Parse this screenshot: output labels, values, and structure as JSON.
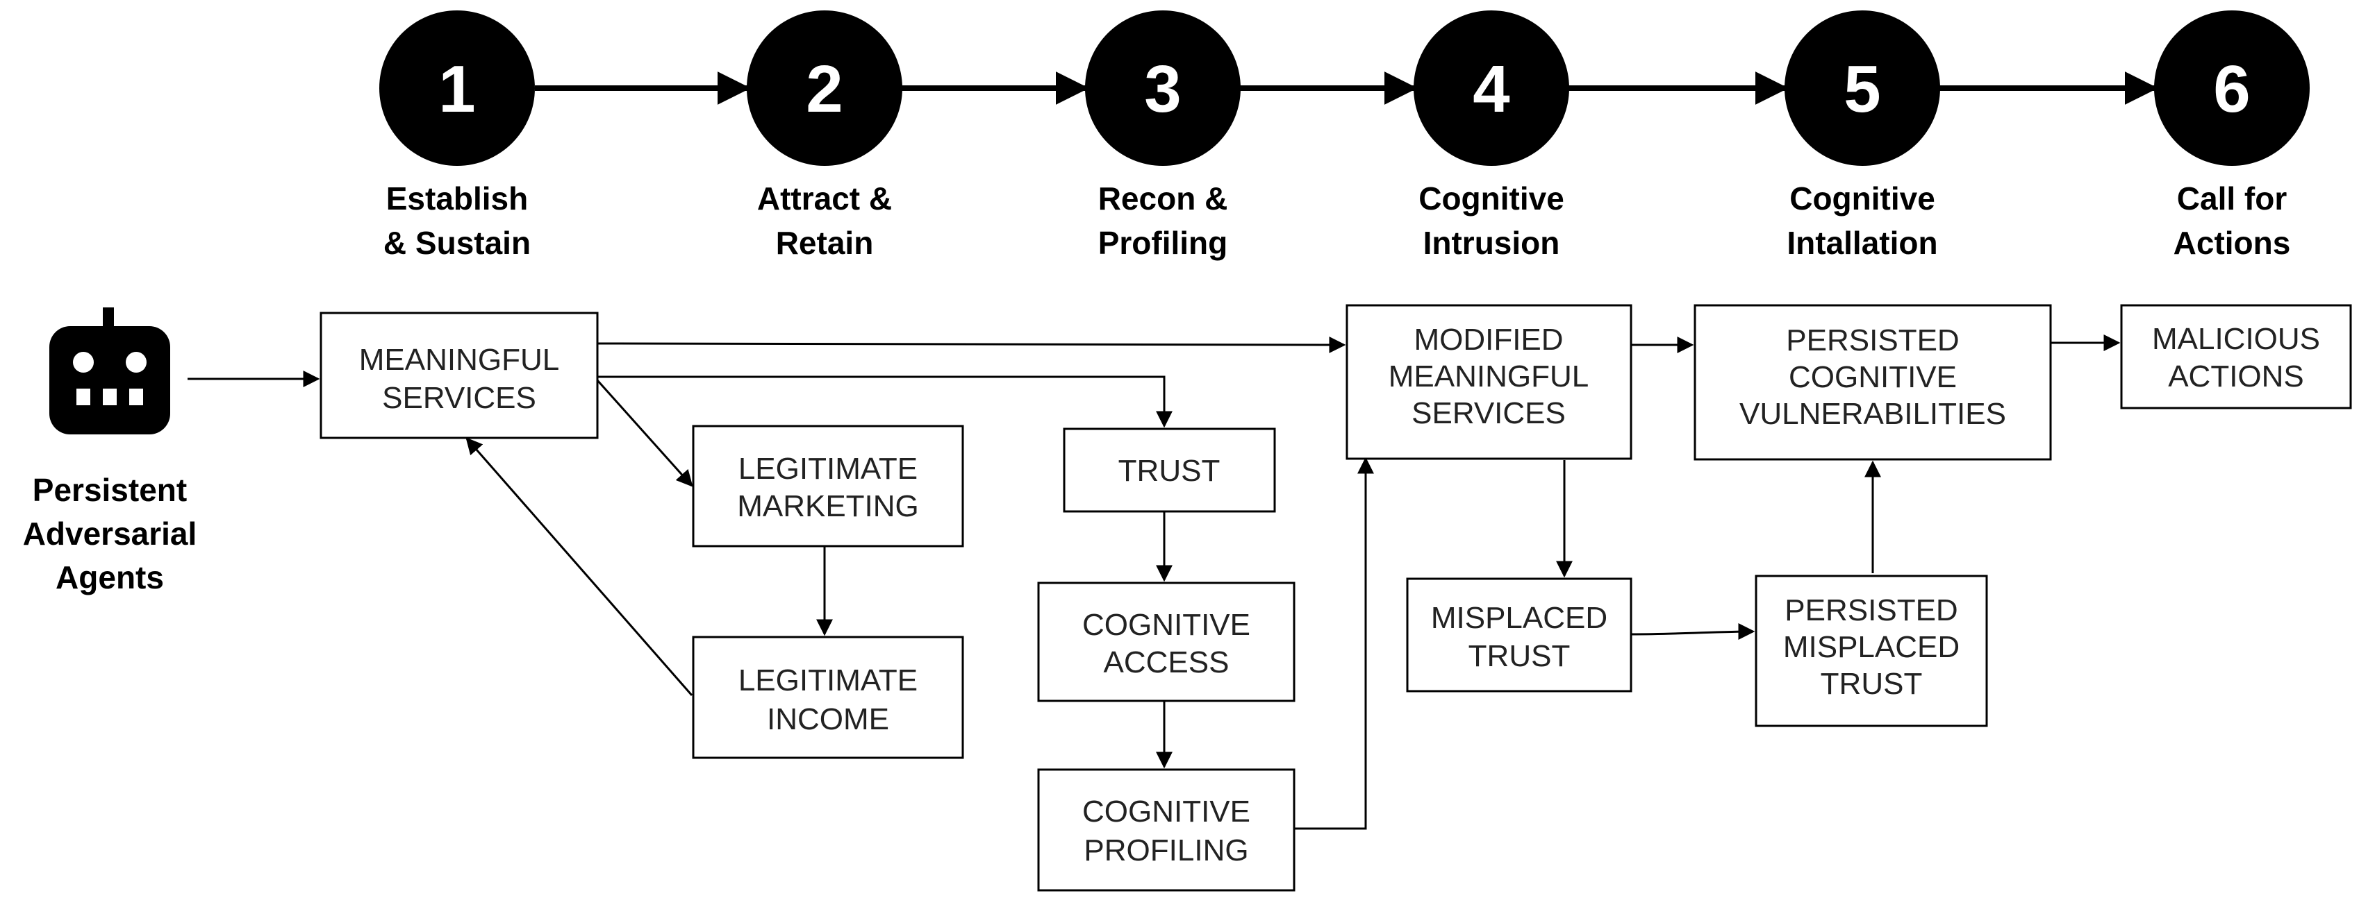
{
  "colors": {
    "step_circle": "#000000",
    "step_number": "#ffffff",
    "box_border": "#000000",
    "line": "#000000"
  },
  "agent": {
    "icon": "robot-icon",
    "label_lines": [
      "Persistent",
      "Adversarial",
      "Agents"
    ]
  },
  "steps": [
    {
      "number": "1",
      "label_lines": [
        "Establish",
        "& Sustain"
      ]
    },
    {
      "number": "2",
      "label_lines": [
        "Attract &",
        "Retain"
      ]
    },
    {
      "number": "3",
      "label_lines": [
        "Recon &",
        "Profiling"
      ]
    },
    {
      "number": "4",
      "label_lines": [
        "Cognitive",
        "Intrusion"
      ]
    },
    {
      "number": "5",
      "label_lines": [
        "Cognitive",
        "Intallation"
      ]
    },
    {
      "number": "6",
      "label_lines": [
        "Call for",
        "Actions"
      ]
    }
  ],
  "boxes": {
    "meaningful_services": [
      "MEANINGFUL",
      "SERVICES"
    ],
    "legitimate_marketing": [
      "LEGITIMATE",
      "MARKETING"
    ],
    "legitimate_income": [
      "LEGITIMATE",
      "INCOME"
    ],
    "trust": [
      "TRUST"
    ],
    "cognitive_access": [
      "COGNITIVE",
      "ACCESS"
    ],
    "cognitive_profiling": [
      "COGNITIVE",
      "PROFILING"
    ],
    "modified_meaningful_services": [
      "MODIFIED",
      "MEANINGFUL",
      "SERVICES"
    ],
    "misplaced_trust": [
      "MISPLACED",
      "TRUST"
    ],
    "persisted_misplaced_trust": [
      "PERSISTED",
      "MISPLACED",
      "TRUST"
    ],
    "persisted_cognitive_vulnerabilities": [
      "PERSISTED",
      "COGNITIVE",
      "VULNERABILITIES"
    ],
    "malicious_actions": [
      "MALICIOUS",
      "ACTIONS"
    ]
  }
}
